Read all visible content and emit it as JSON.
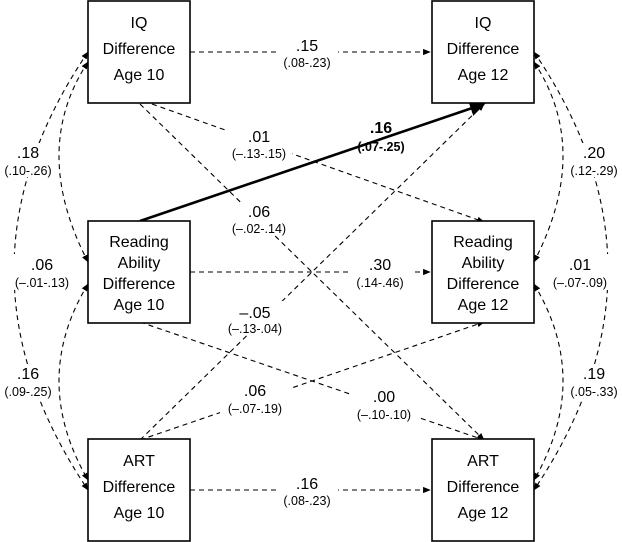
{
  "nodes": [
    {
      "id": "iq10",
      "lines": [
        "IQ",
        "Difference",
        "Age 10"
      ]
    },
    {
      "id": "read10",
      "lines": [
        "Reading",
        "Ability",
        "Difference",
        "Age 10"
      ]
    },
    {
      "id": "art10",
      "lines": [
        "ART",
        "Difference",
        "Age 10"
      ]
    },
    {
      "id": "iq12",
      "lines": [
        "IQ",
        "Difference",
        "Age 12"
      ]
    },
    {
      "id": "read12",
      "lines": [
        "Reading",
        "Ability",
        "Difference",
        "Age 12"
      ]
    },
    {
      "id": "art12",
      "lines": [
        "ART",
        "Difference",
        "Age 12"
      ]
    }
  ],
  "paths": [
    {
      "id": "iq10-iq12",
      "coef": ".15",
      "ci": "(.08-.23)",
      "bold": false
    },
    {
      "id": "read10-iq12",
      "coef": ".16",
      "ci": "(.07-.25)",
      "bold": true
    },
    {
      "id": "iq10-read12",
      "coef": ".01",
      "ci": "(–.13-.15)",
      "bold": false
    },
    {
      "id": "iq10-art12",
      "coef": ".06",
      "ci": "(–.02-.14)",
      "bold": false
    },
    {
      "id": "read10-read12",
      "coef": ".30",
      "ci": "(.14-.46)",
      "bold": false
    },
    {
      "id": "art10-iq12",
      "coef": "–.05",
      "ci": "(–.13-.04)",
      "bold": false
    },
    {
      "id": "art10-read12",
      "coef": ".06",
      "ci": "(–.07-.19)",
      "bold": false
    },
    {
      "id": "read10-art12",
      "coef": ".00",
      "ci": "(–.10-.10)",
      "bold": false
    },
    {
      "id": "art10-art12",
      "coef": ".16",
      "ci": "(.08-.23)",
      "bold": false
    },
    {
      "id": "iq10-read10",
      "coef": ".18",
      "ci": "(.10-.26)",
      "bold": false
    },
    {
      "id": "read10-art10",
      "coef": ".06",
      "ci": "(–.01-.13)",
      "bold": false
    },
    {
      "id": "iq10-art10",
      "coef": ".16",
      "ci": "(.09-.25)",
      "bold": false
    },
    {
      "id": "iq12-read12",
      "coef": ".20",
      "ci": "(.12-.29)",
      "bold": false
    },
    {
      "id": "read12-art12",
      "coef": ".01",
      "ci": "(–.07-.09)",
      "bold": false
    },
    {
      "id": "iq12-art12",
      "coef": ".19",
      "ci": "(.05-.33)",
      "bold": false
    }
  ]
}
